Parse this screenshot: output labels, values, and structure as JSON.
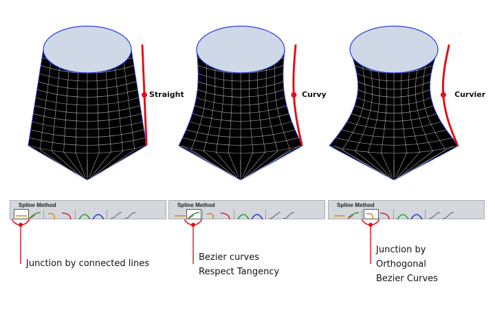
{
  "panels": [
    {
      "id": "straight",
      "profile_label": "Straight",
      "toolbar_title": "Spline Method",
      "selected_icon": "connected-lines-icon",
      "caption_lines": [
        "Junction by connected lines"
      ],
      "curvature": 0.0
    },
    {
      "id": "curvy",
      "profile_label": "Curvy",
      "toolbar_title": "Spline Method",
      "selected_icon": "bezier-tangent-icon",
      "caption_lines": [
        "Bezier curves",
        "Respect Tangency"
      ],
      "curvature": 0.5
    },
    {
      "id": "curvier",
      "profile_label": "Curvier",
      "toolbar_title": "Spline Method",
      "selected_icon": "orthogonal-bezier-icon",
      "caption_lines": [
        "Junction by",
        "Orthogonal",
        "Bezier Curves"
      ],
      "curvature": 1.0
    }
  ],
  "toolbar_icons": [
    "connected-lines-icon",
    "bezier-tangent-icon",
    "separator",
    "orthogonal-bezier-icon",
    "arc-icon",
    "separator",
    "arch-icon",
    "arch-blue-icon",
    "separator",
    "s-curve-icon",
    "s-curve-alt-icon"
  ],
  "colors": {
    "mesh_fill": "#000000",
    "mesh_lines": "#d8d8d8",
    "cap_fill": "#cfd8e6",
    "edge_blue": "#2b3fd6",
    "highlight_red": "#e0101a"
  }
}
